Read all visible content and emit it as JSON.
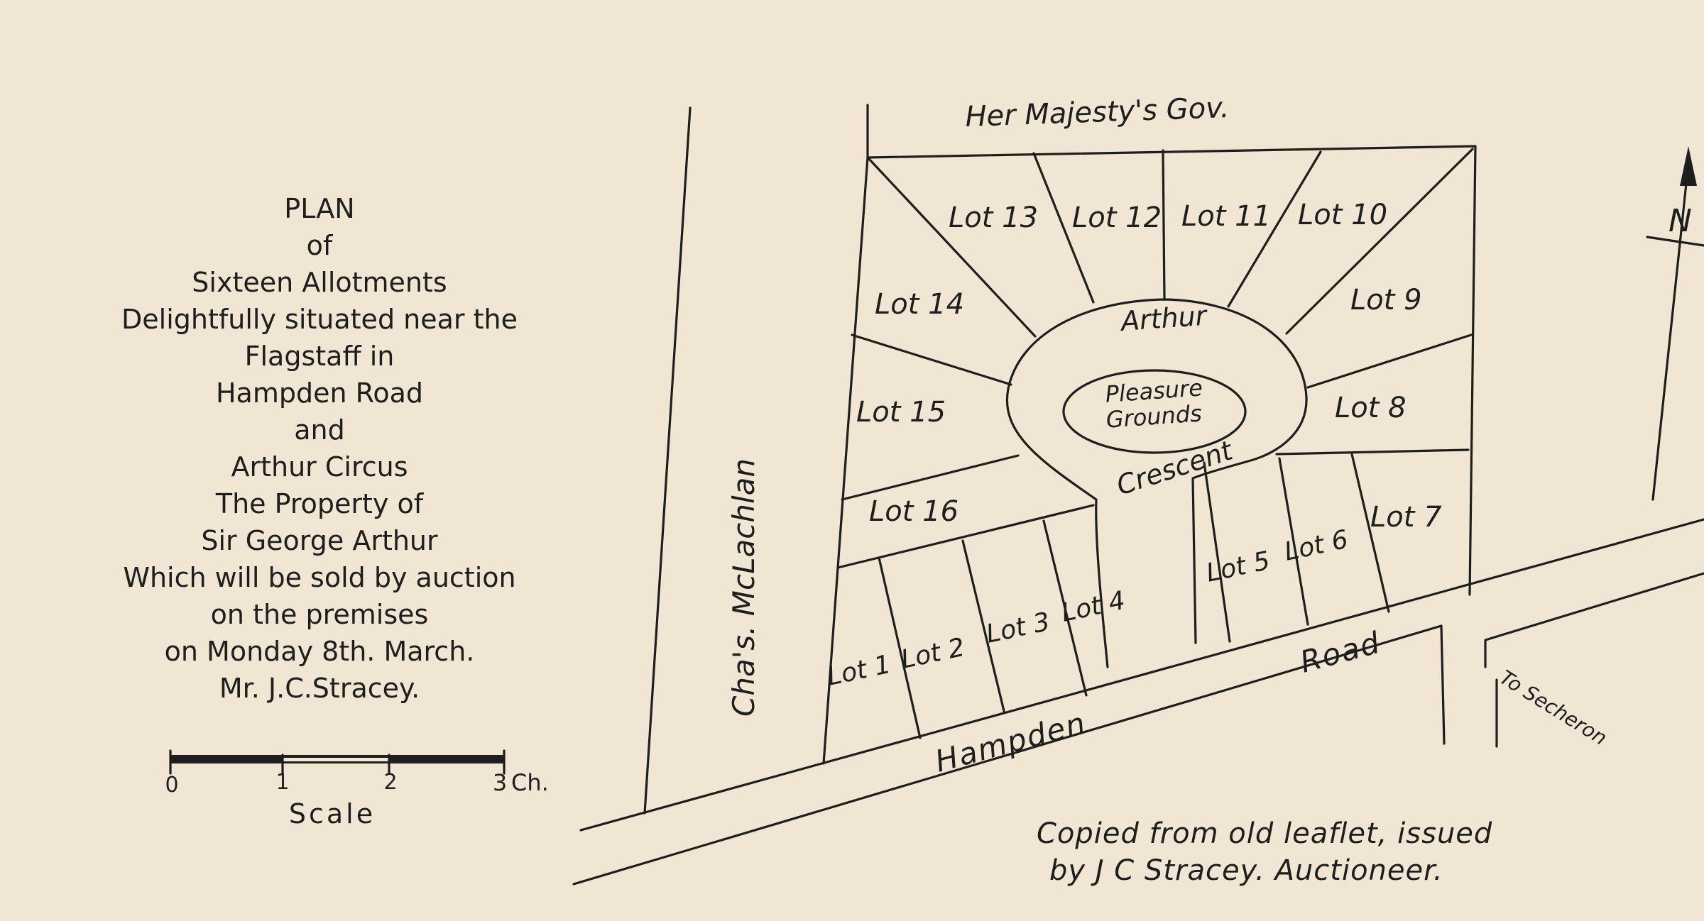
{
  "title": {
    "lines": [
      "PLAN",
      "of",
      "Sixteen    Allotments",
      "Delightfully situated near the",
      "Flagstaff in",
      "Hampden    Road",
      "and",
      "Arthur Circus",
      "The Property of",
      "Sir  George Arthur",
      "Which will be sold by auction",
      "on  the premises",
      "on Monday  8th. March.",
      "Mr. J.C.Stracey."
    ]
  },
  "scale": {
    "ticks": [
      "0",
      "1",
      "2",
      "3"
    ],
    "unit": "Ch.",
    "label": "Scale"
  },
  "map": {
    "neighbour_north": "Her Majesty's Gov.",
    "neighbour_west": "Cha's.  McLachlan",
    "circus_name_top": "Arthur",
    "circus_name_bottom": "Crescent",
    "centre_top": "Pleasure",
    "centre_bottom": "Grounds",
    "road_left": "Hampden",
    "road_right": "Road",
    "side_road": "To Secheron",
    "north_arrow": "N",
    "lots": [
      "Lot 1",
      "Lot 2",
      "Lot 3",
      "Lot 4",
      "Lot 5",
      "Lot 6",
      "Lot 7",
      "Lot 8",
      "Lot 9",
      "Lot 10",
      "Lot 11",
      "Lot 12",
      "Lot 13",
      "Lot 14",
      "Lot 15",
      "Lot 16"
    ]
  },
  "note": {
    "line1": "Copied from old leaflet, issued",
    "line2": "by J C Stracey. Auctioneer."
  },
  "colors": {
    "paper": "#f1e6d3",
    "ink": "#1e1e1e"
  }
}
